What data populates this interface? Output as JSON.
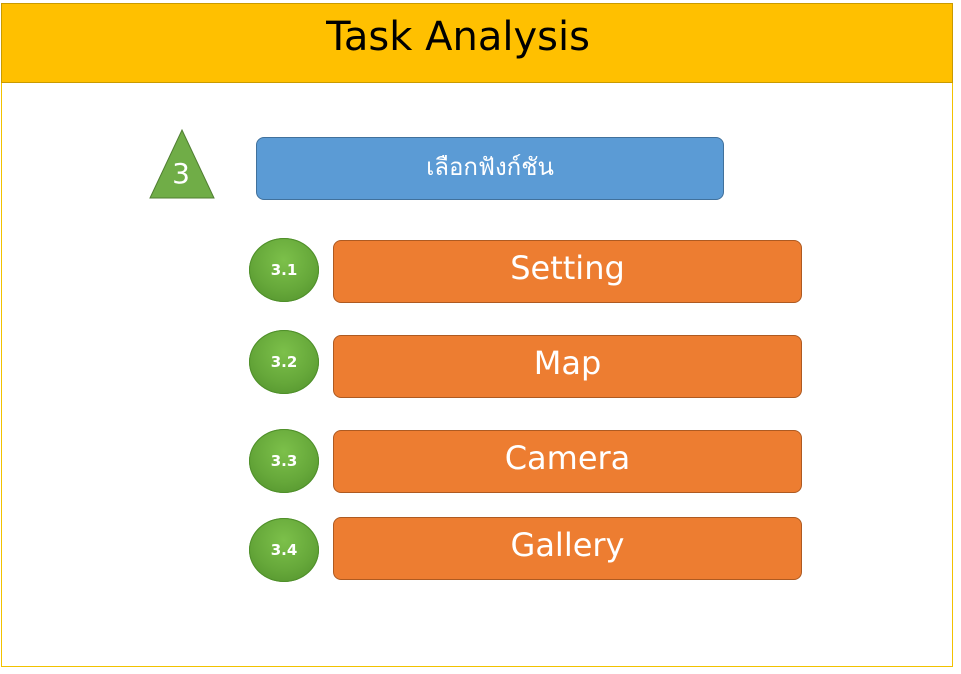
{
  "header": {
    "title": "Task Analysis"
  },
  "step": {
    "number": "3",
    "label": "เลือกฟังก์ชัน"
  },
  "substeps": [
    {
      "number": "3.1",
      "label": "Setting"
    },
    {
      "number": "3.2",
      "label": "Map"
    },
    {
      "number": "3.3",
      "label": "Camera"
    },
    {
      "number": "3.4",
      "label": "Gallery"
    }
  ],
  "colors": {
    "header_bg": "#ffc000",
    "step_triangle": "#70ad47",
    "main_box": "#5b9bd5",
    "sub_box": "#ed7d31",
    "sub_circle": "#70ad47"
  }
}
